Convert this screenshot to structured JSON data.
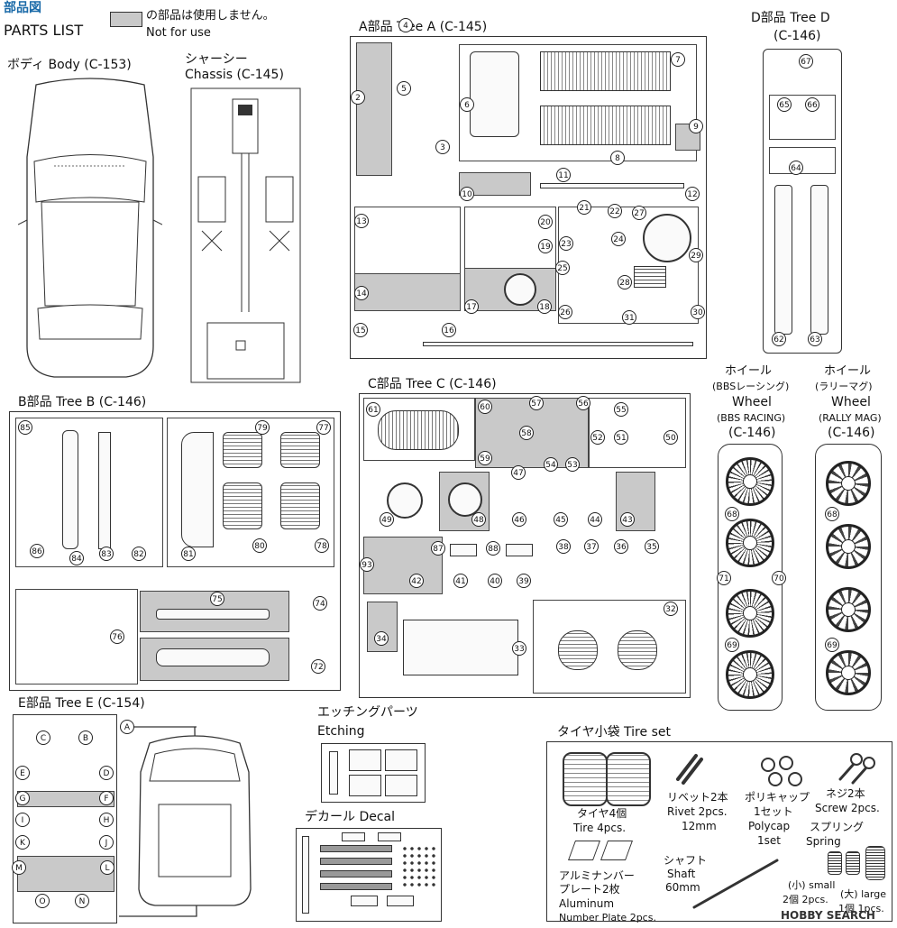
{
  "header": {
    "corner_logo": "部品図",
    "title": "PARTS LIST",
    "legend_jp": "の部品は使用しません。",
    "legend_en": "Not for use"
  },
  "body": {
    "label_jp": "ボディ",
    "label_en": "Body",
    "code": "(C-153)"
  },
  "chassis": {
    "label_jp": "シャーシー",
    "label_en": "Chassis",
    "code": "(C-145)"
  },
  "tree_a": {
    "label_jp": "A部品",
    "label_en": "Tree A",
    "code": "(C-145)",
    "parts": [
      "2",
      "3",
      "4",
      "5",
      "6",
      "7",
      "8",
      "9",
      "10",
      "11",
      "12",
      "13",
      "14",
      "15",
      "16",
      "17",
      "18",
      "19",
      "20",
      "21",
      "22",
      "23",
      "24",
      "25",
      "26",
      "27",
      "28",
      "29",
      "30",
      "31"
    ]
  },
  "tree_d": {
    "label_jp": "D部品",
    "label_en": "Tree D",
    "code": "(C-146)",
    "parts": [
      "62",
      "63",
      "64",
      "65",
      "66",
      "67"
    ]
  },
  "tree_b": {
    "label_jp": "B部品",
    "label_en": "Tree B",
    "code": "(C-146)",
    "parts": [
      "72",
      "74",
      "75",
      "76",
      "77",
      "78",
      "79",
      "80",
      "81",
      "82",
      "83",
      "84",
      "85",
      "86"
    ]
  },
  "tree_c": {
    "label_jp": "C部品",
    "label_en": "Tree C",
    "code": "(C-146)",
    "parts": [
      "32",
      "33",
      "34",
      "35",
      "36",
      "37",
      "38",
      "39",
      "40",
      "41",
      "42",
      "43",
      "44",
      "45",
      "46",
      "47",
      "48",
      "49",
      "50",
      "51",
      "52",
      "53",
      "54",
      "55",
      "56",
      "57",
      "58",
      "59",
      "60",
      "61",
      "87",
      "88",
      "93"
    ]
  },
  "wheel_bbs": {
    "label_jp": "ホイール",
    "sub_jp": "(BBSレーシング)",
    "label_en": "Wheel",
    "sub_en": "(BBS RACING)",
    "code": "(C-146)",
    "parts": [
      "68",
      "69",
      "70",
      "71"
    ]
  },
  "wheel_rally": {
    "label_jp": "ホイール",
    "sub_jp": "(ラリーマグ)",
    "label_en": "Wheel",
    "sub_en": "(RALLY MAG)",
    "code": "(C-146)",
    "parts": [
      "68",
      "69"
    ]
  },
  "tree_e": {
    "label_jp": "E部品",
    "label_en": "Tree E",
    "code": "(C-154)",
    "parts": [
      "A",
      "B",
      "C",
      "D",
      "E",
      "F",
      "G",
      "H",
      "I",
      "J",
      "K",
      "L",
      "M",
      "N",
      "O"
    ]
  },
  "etching": {
    "label_jp": "エッチングパーツ",
    "label_en": "Etching"
  },
  "decal": {
    "label_jp": "デカール",
    "label_en": "Decal"
  },
  "tire_set": {
    "title_jp": "タイヤ小袋",
    "title_en": "Tire set",
    "tire_jp": "タイヤ4個",
    "tire_en": "Tire 4pcs.",
    "rivet_jp": "リベット2本",
    "rivet_en": "Rivet 2pcs.",
    "rivet_size": "12mm",
    "polycap_jp": "ポリキャップ",
    "polycap_qty_jp": "1セット",
    "polycap_en": "Polycap",
    "polycap_qty_en": "1set",
    "screw_jp": "ネジ2本",
    "screw_en": "Screw 2pcs.",
    "spring_jp": "スプリング",
    "spring_en": "Spring",
    "shaft_jp": "シャフト",
    "shaft_en": "Shaft",
    "shaft_size": "60mm",
    "plate_jp1": "アルミナンバー",
    "plate_jp2": "プレート2枚",
    "plate_en1": "Aluminum",
    "plate_en2": "Number Plate 2pcs.",
    "small_jp": "(小)",
    "small_en": "small",
    "small_qty": "2個 2pcs.",
    "large_jp": "(大)",
    "large_en": "large",
    "large_qty": "1個 1pcs."
  },
  "watermark": "HOBBY SEARCH"
}
